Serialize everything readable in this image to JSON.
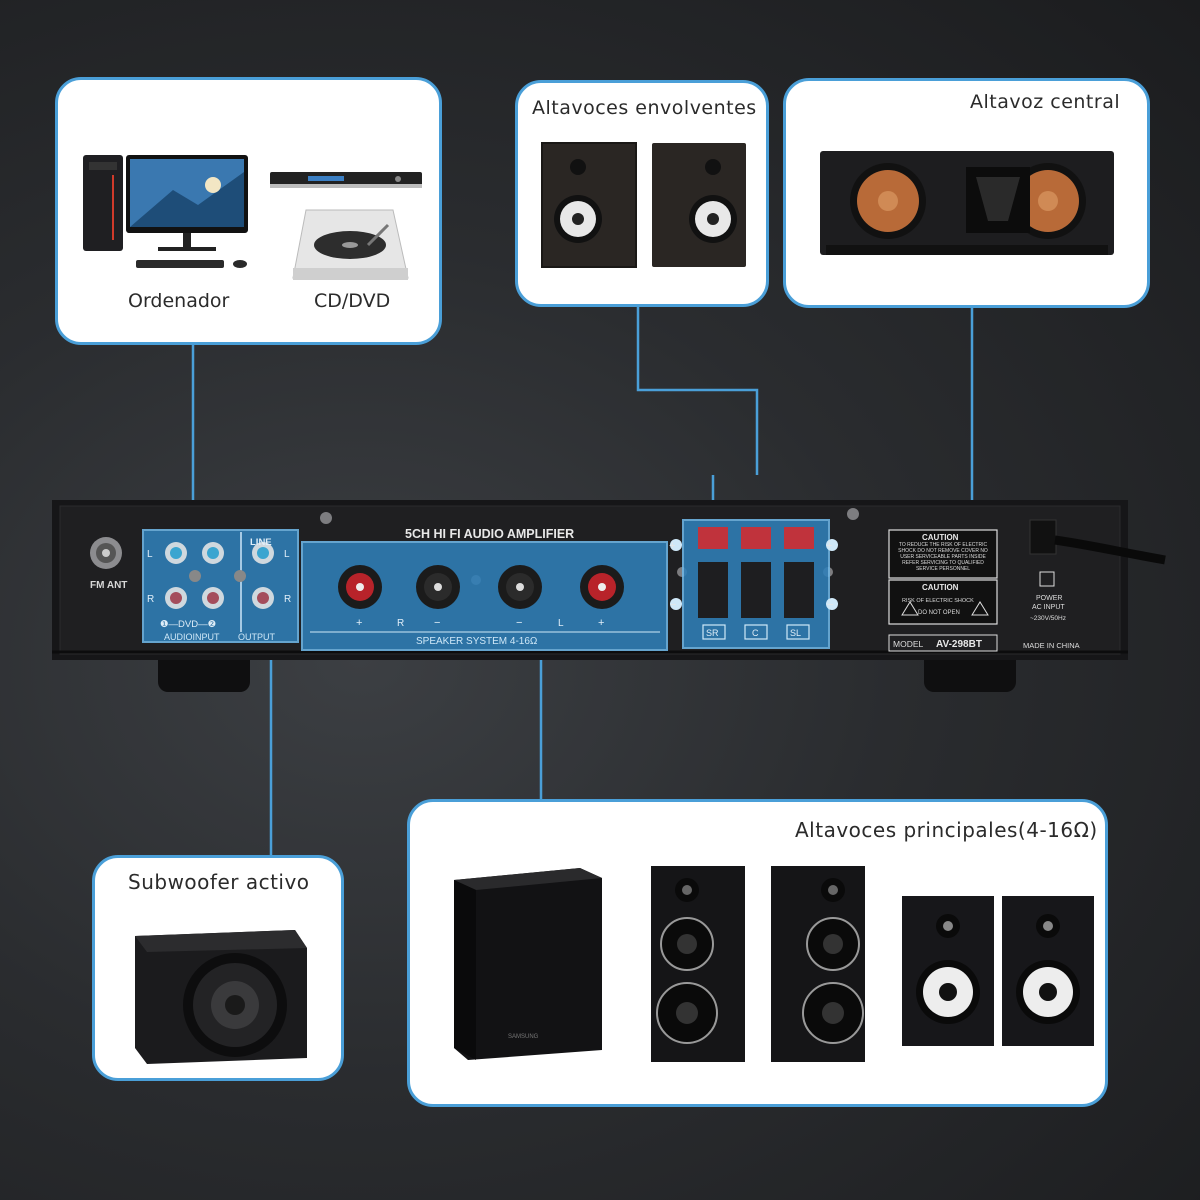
{
  "sources": {
    "computer_label": "Ordenador",
    "dvd_label": "CD/DVD"
  },
  "surround": {
    "title": "Altavoces envolventes"
  },
  "center": {
    "title": "Altavoz central"
  },
  "subwoofer": {
    "title": "Subwoofer activo"
  },
  "main_speakers": {
    "title": "Altavoces principales(4-16Ω)"
  },
  "amplifier": {
    "heading": "5CH HI FI AUDIO AMPLIFIER",
    "fm_ant": "FM ANT",
    "dvd_label": "❶—DVD—❷",
    "audio_input": "AUDIOINPUT",
    "output": "OUTPUT",
    "line": "LINE",
    "l": "L",
    "r": "R",
    "speaker_system": "SPEAKER SYSTEM 4-16Ω",
    "plus": "+",
    "minus": "−",
    "ch_r": "R",
    "ch_l": "L",
    "sr": "SR",
    "c": "C",
    "sl": "SL",
    "caution1": "CAUTION",
    "caution1_text": "TO REDUCE THE RISK OF ELECTRIC SHOCK DO NOT REMOVE COVER NO USER SERVICEABLE PARTS INSIDE REFER SERVICING TO QUALIFIED SERVICE PERSONNEL",
    "caution2": "CAUTION",
    "caution2_line1": "RISK OF ELECTRIC SHOCK",
    "caution2_line2": "DO NOT OPEN",
    "model_label": "MODEL",
    "model": "AV-298BT",
    "made_in": "MADE IN CHINA",
    "power": "POWER",
    "ac_input": "AC INPUT",
    "voltage": "~230V/50Hz",
    "brand": "SAMSUNG"
  },
  "colors": {
    "accent": "#4a9fd8",
    "panel_blue": "#2f7fb8",
    "chassis": "#1a1a1c"
  }
}
